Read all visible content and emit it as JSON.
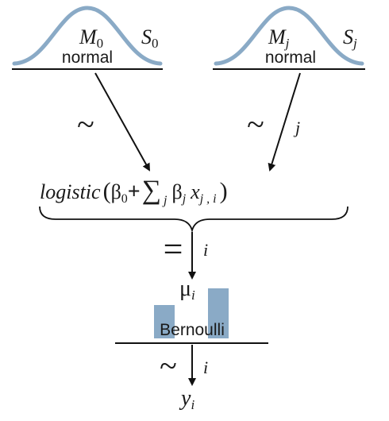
{
  "priors": [
    {
      "dist": "normal",
      "mean_symbol": "M",
      "mean_sub": "0",
      "sd_symbol": "S",
      "sd_sub": "0",
      "relation": "~",
      "index": ""
    },
    {
      "dist": "normal",
      "mean_symbol": "M",
      "mean_sub": "j",
      "sd_symbol": "S",
      "sd_sub": "j",
      "relation": "~",
      "index": "j"
    }
  ],
  "link": {
    "function": "logistic",
    "open_paren": "(",
    "beta": "β",
    "beta0_sub": "0",
    "plus": "+",
    "sum": "∑",
    "sum_sub": "j",
    "betaj_sub": "j",
    "x": "x",
    "x_sub": "j , i",
    "close_paren": ")",
    "relation": "=",
    "index": "i"
  },
  "likelihood": {
    "param_symbol": "μ",
    "param_sub": "i",
    "dist": "Bernoulli",
    "relation": "~",
    "index": "i",
    "bar_levels": [
      0.4,
      0.6
    ]
  },
  "outcome": {
    "symbol": "y",
    "sub": "i"
  },
  "colors": {
    "line": "#111111",
    "curve": "#8aaac6",
    "bar": "#8aaac6",
    "text": "#1a1a1a"
  }
}
